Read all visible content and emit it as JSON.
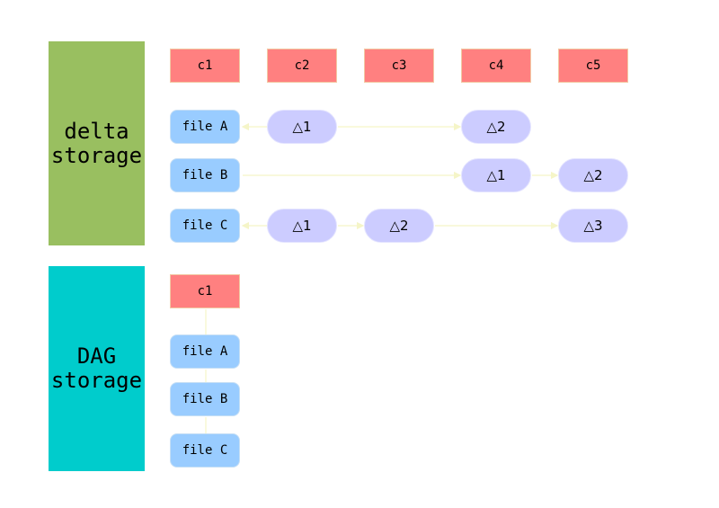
{
  "colors": {
    "delta_panel": "#99bf60",
    "dag_panel": "#00cccc",
    "commit": "#ff8080",
    "file": "#99ccff",
    "delta": "#ccccff",
    "connector": "#ffffcc"
  },
  "delta_section": {
    "label_line1": "delta",
    "label_line2": "storage",
    "commits": [
      "c1",
      "c2",
      "c3",
      "c4",
      "c5"
    ],
    "files": [
      "file A",
      "file B",
      "file C"
    ],
    "rows": [
      {
        "file": "file A",
        "deltas": [
          {
            "commit": "c2",
            "label": "△1"
          },
          {
            "commit": "c4",
            "label": "△2"
          }
        ]
      },
      {
        "file": "file B",
        "deltas": [
          {
            "commit": "c4",
            "label": "△1"
          },
          {
            "commit": "c5",
            "label": "△2"
          }
        ]
      },
      {
        "file": "file C",
        "deltas": [
          {
            "commit": "c2",
            "label": "△1"
          },
          {
            "commit": "c3",
            "label": "△2"
          },
          {
            "commit": "c5",
            "label": "△3"
          }
        ]
      }
    ]
  },
  "dag_section": {
    "label_line1": "DAG",
    "label_line2": "storage",
    "commit": "c1",
    "files": [
      "file A",
      "file B",
      "file C"
    ]
  }
}
